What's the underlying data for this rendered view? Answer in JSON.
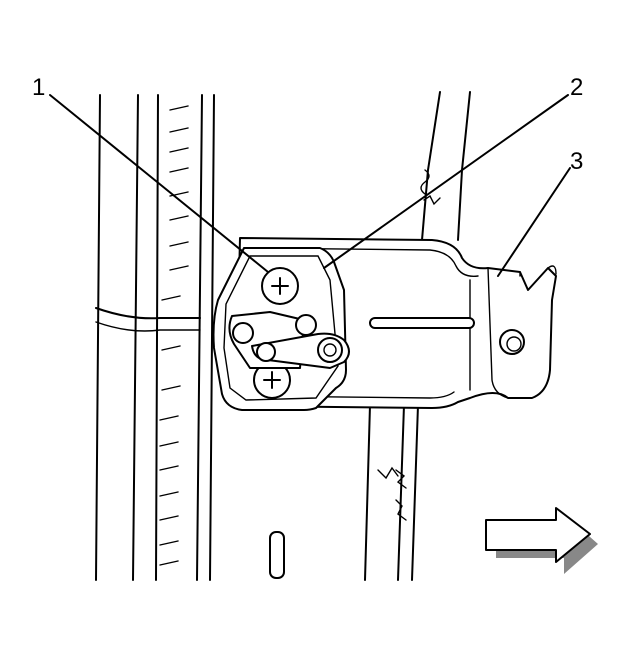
{
  "callouts": [
    {
      "id": "1",
      "label": "1"
    },
    {
      "id": "2",
      "label": "2"
    },
    {
      "id": "3",
      "label": "3"
    }
  ],
  "direction_arrow": {
    "icon": "right-arrow-icon",
    "meaning": "forward"
  }
}
